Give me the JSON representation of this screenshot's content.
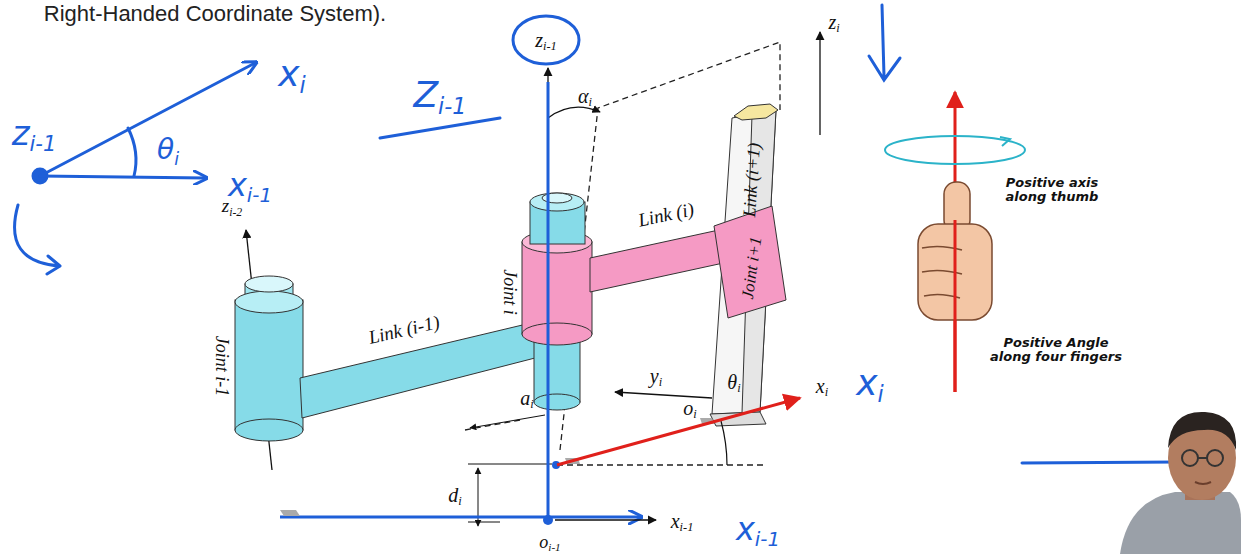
{
  "diagram": {
    "labels": [
      "Right-Handed Coordinate System).",
      "zi-1",
      "θi",
      "xi",
      "xi-1",
      "Zi-1",
      "zi-1",
      "zi",
      "αi",
      "Link (i+1)",
      "Joint i+1",
      "Link (i)",
      "Joint i",
      "zi-2",
      "Link (i-1)",
      "Joint i-1",
      "ai",
      "yi",
      "xi",
      "xi",
      "oi",
      "θi",
      "di",
      "xi-1",
      "xi-1",
      "oi-1",
      "Positive axis along thumb",
      "Positive Angle along four fingers"
    ]
  }
}
